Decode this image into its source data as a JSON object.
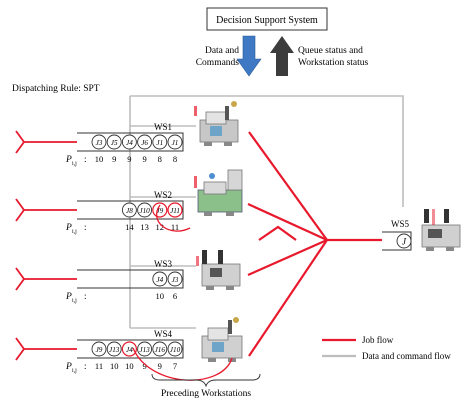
{
  "title": "Decision Support System",
  "down_label": [
    "Data and",
    "Commands"
  ],
  "up_label": [
    "Queue status and",
    "Workstation status"
  ],
  "rule": "Dispatching Rule: SPT",
  "p_label": "P",
  "p_sub": "i,j",
  "p_colon": ":",
  "workstations": [
    {
      "name": "WS1",
      "jobs": [
        "J3",
        "J5",
        "J4",
        "J6",
        "J1",
        "J1"
      ],
      "times": [
        "10",
        "9",
        "9",
        "9",
        "8",
        "8"
      ],
      "highlight": []
    },
    {
      "name": "WS2",
      "jobs": [
        "J8",
        "J10",
        "J9",
        "J11"
      ],
      "times": [
        "14",
        "13",
        "12",
        "11"
      ],
      "highlight": [
        "J9",
        "J11"
      ]
    },
    {
      "name": "WS3",
      "jobs": [
        "J4",
        "J3"
      ],
      "times": [
        "10",
        "6"
      ],
      "highlight": []
    },
    {
      "name": "WS4",
      "jobs": [
        "J9",
        "J13",
        "J4",
        "J13",
        "J16",
        "J10"
      ],
      "times": [
        "11",
        "10",
        "10",
        "9",
        "9",
        "7"
      ],
      "highlight": [
        "J4"
      ]
    }
  ],
  "ws5": {
    "name": "WS5",
    "jobs": [
      "J"
    ]
  },
  "legend": {
    "job_flow": "Job flow",
    "data_flow": "Data and command flow"
  },
  "preceding": "Preceding Workstations",
  "colors": {
    "job_flow": "#e8192c",
    "data_flow": "#bdbdbd",
    "down_arrow": "#3f79c4",
    "up_arrow": "#3c3c3c"
  }
}
